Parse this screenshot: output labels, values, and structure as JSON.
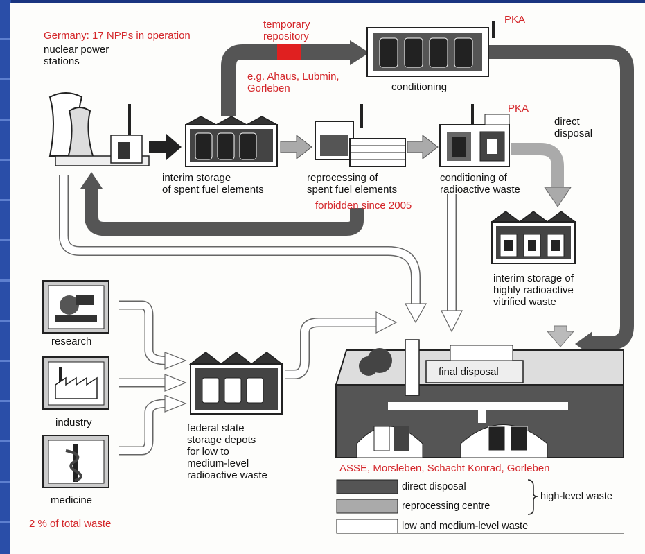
{
  "labels": {
    "germany_npps": "Germany: 17 NPPs in operation",
    "nuclear_power_stations": "nuclear power\nstations",
    "temporary_repository": "temporary\nrepository",
    "repository_examples": "e.g. Ahaus, Lubmin,\nGorleben",
    "pka_top": "PKA",
    "conditioning": "conditioning",
    "pka_mid": "PKA",
    "direct_disposal": "direct\ndisposal",
    "interim_storage_spent": "interim storage\nof spent fuel elements",
    "reprocessing": "reprocessing of\nspent fuel elements",
    "forbidden": "forbidden since 2005",
    "conditioning_waste": "conditioning of\nradioactive waste",
    "interim_storage_vitrified": "interim storage of\nhighly radioactive\nvitrified waste",
    "research": "research",
    "industry": "industry",
    "medicine": "medicine",
    "total_waste": "2 % of total waste",
    "federal_depots": "federal state\nstorage depots\nfor low to\nmedium-level\nradioactive waste",
    "final_disposal": "final disposal",
    "sites": "ASSE, Morsleben, Schacht Konrad, Gorleben"
  },
  "legend": {
    "direct": "direct disposal",
    "reprocessing": "reprocessing centre",
    "low_medium": "low and medium-level waste",
    "high_level": "high-level waste"
  },
  "colors": {
    "direct": "#555555",
    "reprocessing": "#a8a8a8",
    "low_medium": "#ffffff",
    "highlight": "#d4262a",
    "accent_text": "#d4262a"
  }
}
